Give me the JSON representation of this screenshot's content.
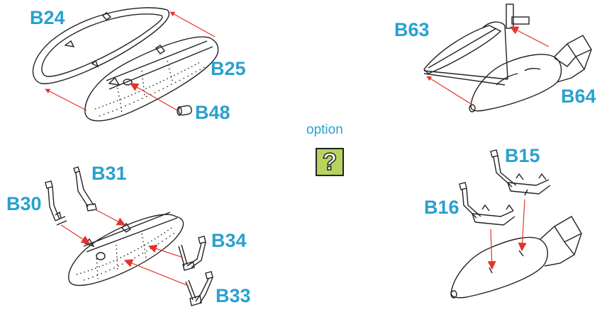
{
  "colors": {
    "label": "#2aa0cf",
    "arrow": "#e5322d",
    "line": "#222222",
    "option_box": "#b7d35d"
  },
  "labels": {
    "b24": "B24",
    "b25": "B25",
    "b48": "B48",
    "b63": "B63",
    "b64": "B64",
    "b31": "B31",
    "b30": "B30",
    "b34": "B34",
    "b33": "B33",
    "b15": "B15",
    "b16": "B16"
  },
  "option": {
    "text": "option",
    "mark": "?",
    "icon": "question-mark-icon"
  }
}
